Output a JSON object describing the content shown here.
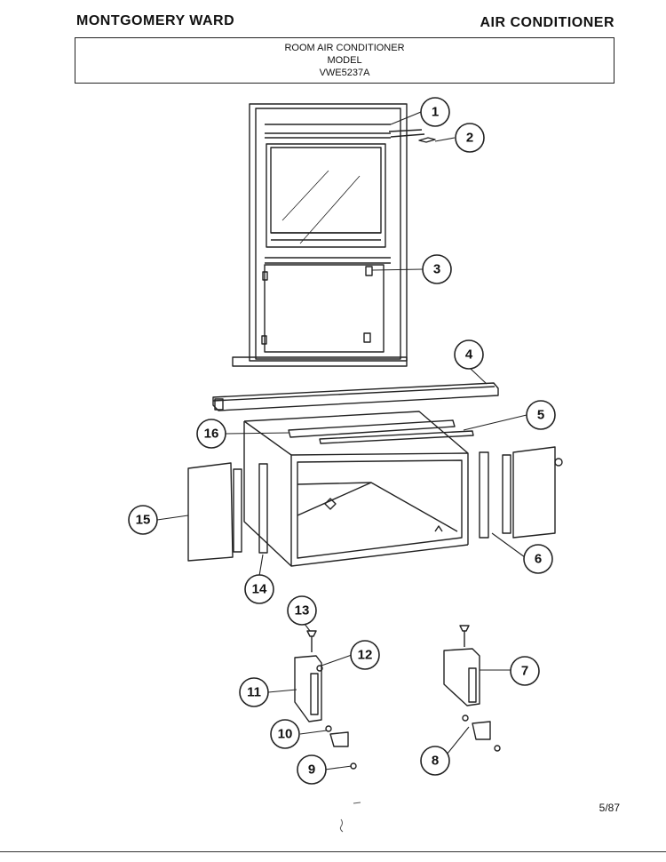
{
  "header": {
    "brand": "MONTGOMERY WARD",
    "category": "AIR CONDITIONER"
  },
  "title_box": {
    "line1": "ROOM AIR CONDITIONER",
    "line2": "MODEL",
    "line3": "VWE5237A"
  },
  "footer": {
    "date": "5/87"
  },
  "callouts": [
    "1",
    "2",
    "3",
    "4",
    "5",
    "6",
    "7",
    "8",
    "9",
    "10",
    "11",
    "12",
    "13",
    "14",
    "15",
    "16"
  ]
}
